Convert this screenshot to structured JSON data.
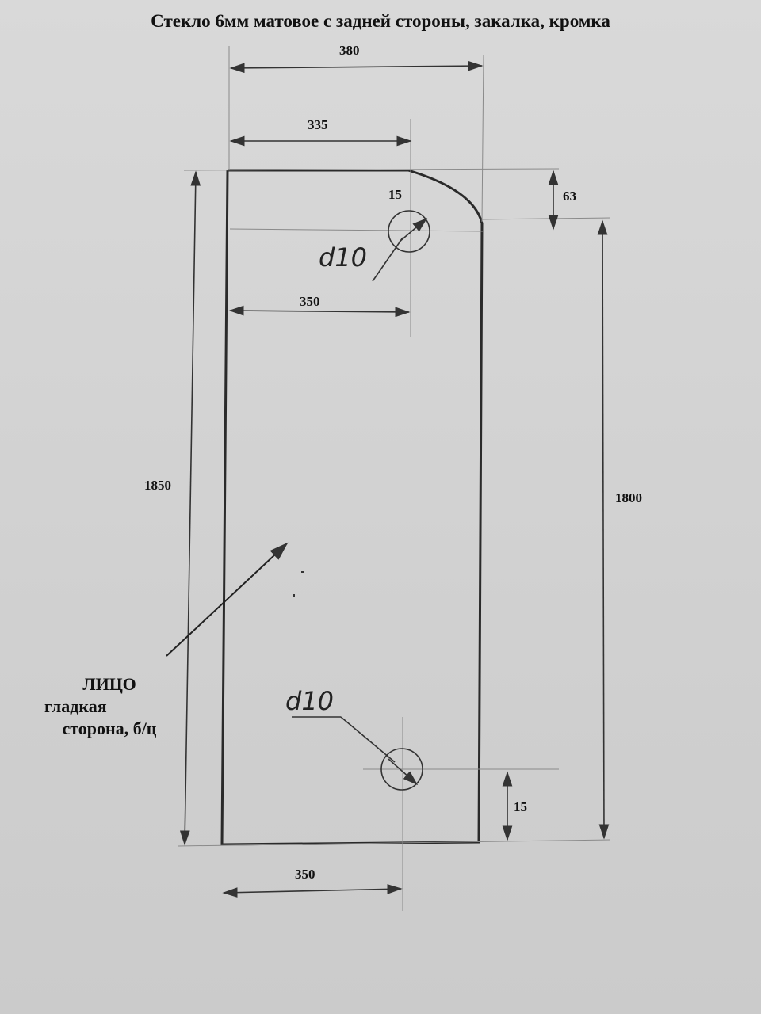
{
  "title": "Стекло 6мм матовое с задней стороны, закалка, кромка",
  "dimensions": {
    "width_total": "380",
    "hole_top_x": "335",
    "hole_top_from_top": "15",
    "corner_drop": "63",
    "hole_mid_x": "350",
    "height_left": "1850",
    "height_right": "1800",
    "hole_bottom_from_bottom": "15",
    "hole_bottom_x": "350"
  },
  "holes": {
    "top_label": "d10",
    "bottom_label": "d10"
  },
  "face_note": {
    "line1": "ЛИЦО",
    "line2": "гладкая",
    "line3": "сторона, б/ц"
  },
  "colors": {
    "paper": "#d6d6d6",
    "ink": "#222222"
  }
}
